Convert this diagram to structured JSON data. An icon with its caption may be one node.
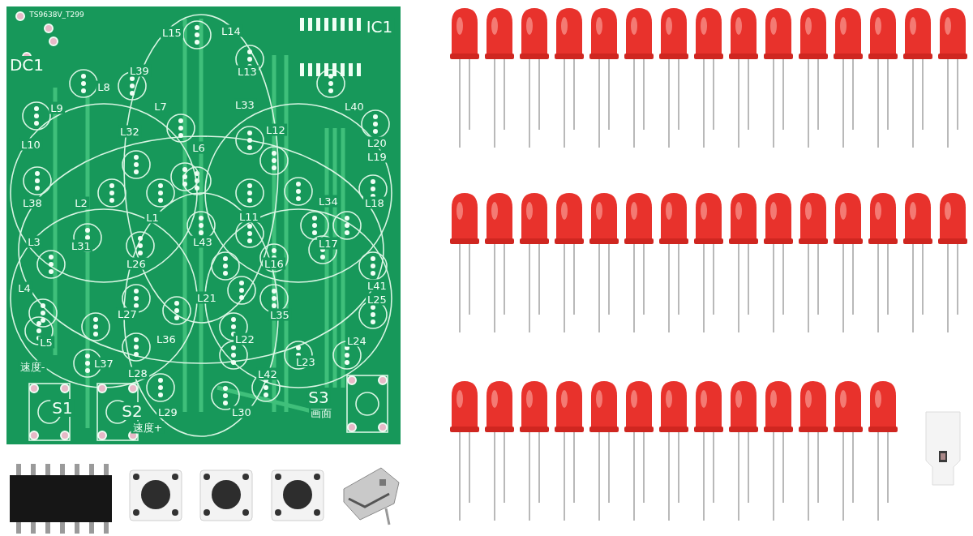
{
  "diagram": {
    "labels": [
      "TS9638V_T299",
      "L15",
      "L14",
      "IC1",
      "DC1",
      "L39",
      "L13",
      "L8",
      "L9",
      "L7",
      "L33",
      "L40",
      "L32",
      "L12",
      "L10",
      "L6",
      "L20",
      "L19",
      "L38",
      "L2",
      "L34",
      "L18",
      "L1",
      "L11",
      "L3",
      "L31",
      "L43",
      "L17",
      "L26",
      "L16",
      "L4",
      "L21",
      "L41",
      "L25",
      "L27",
      "L35",
      "L5",
      "L36",
      "L22",
      "L24",
      "速度-",
      "L37",
      "L28",
      "L23",
      "L42",
      "S3",
      "S1",
      "S2",
      "L29",
      "L30",
      "画面",
      "速度+"
    ]
  }
}
